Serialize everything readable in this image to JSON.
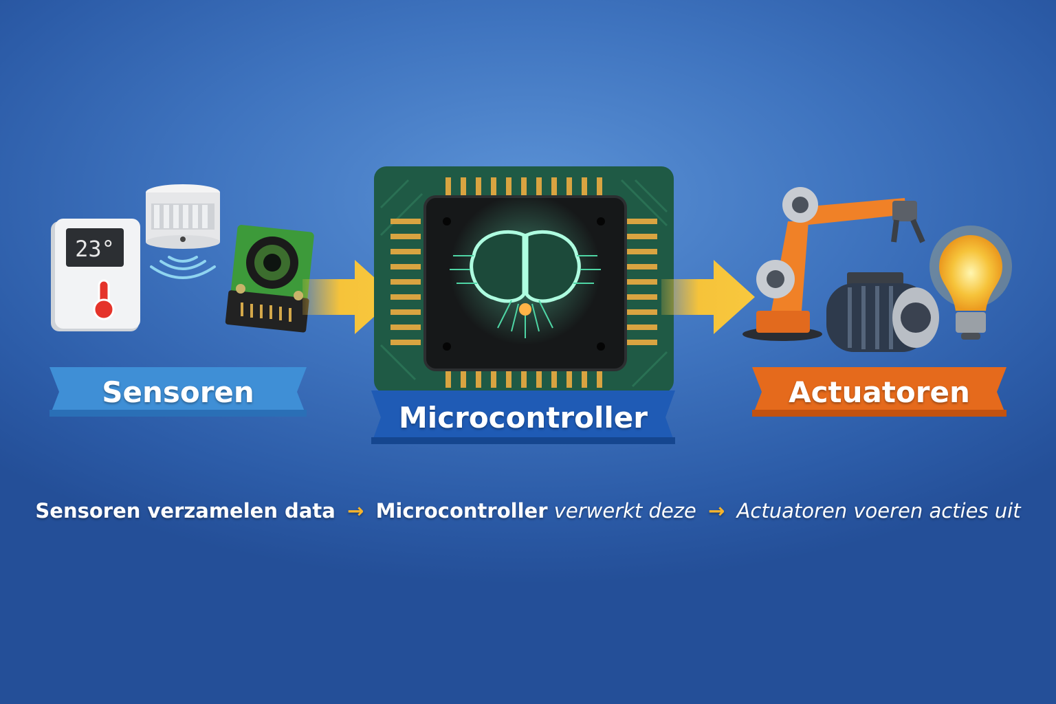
{
  "sensors": {
    "label": "Sensoren",
    "thermostat_reading": "23°",
    "items": [
      "thermostat",
      "motion-sensor",
      "camera-module"
    ]
  },
  "microcontroller": {
    "label": "Microcontroller"
  },
  "actuators": {
    "label": "Actuatoren",
    "items": [
      "robot-arm",
      "electric-motor",
      "light-bulb"
    ]
  },
  "caption": {
    "part1": "Sensoren verzamelen data",
    "arrow1": "→",
    "part2_bold": "Microcontroller",
    "part2_rest": "verwerkt deze",
    "arrow2": "→",
    "part3": "Actuatoren voeren acties uit"
  },
  "colors": {
    "background": "#3f74bf",
    "sensor_banner": "#3f8fd6",
    "microcontroller_banner": "#1f5bb5",
    "actuator_banner": "#e56a1c",
    "arrow": "#f6c33a",
    "pcb": "#1f5a45"
  }
}
